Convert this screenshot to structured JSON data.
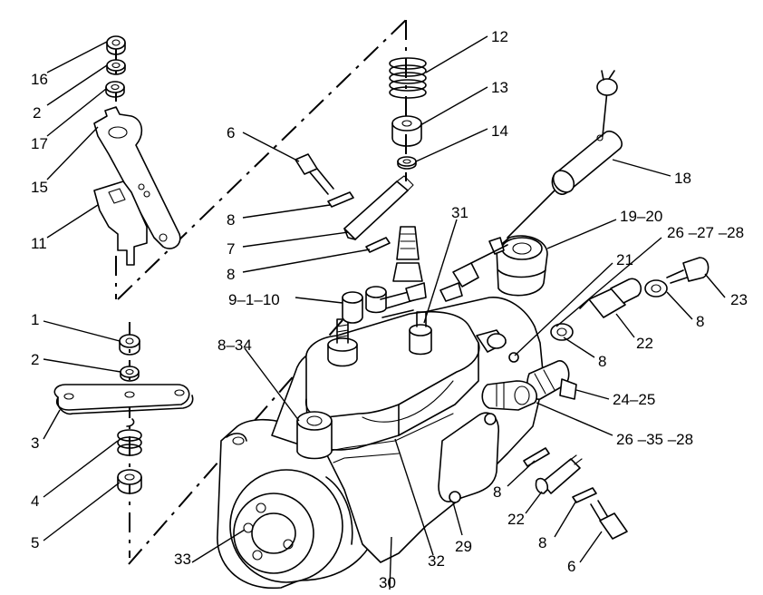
{
  "labels": {
    "l16": "16",
    "l2a": "2",
    "l17": "17",
    "l15": "15",
    "l11": "11",
    "l6a": "6",
    "l8a": "8",
    "l7": "7",
    "l8b": "8",
    "l9110": "9–1–10",
    "l834": "8–34",
    "l1": "1",
    "l2b": "2",
    "l3": "3",
    "l4": "4",
    "l5": "5",
    "l33": "33",
    "l30": "30",
    "l32": "32",
    "l29": "29",
    "l12": "12",
    "l13": "13",
    "l14": "14",
    "l18": "18",
    "l31": "31",
    "l1920": "19–20",
    "l21": "21",
    "l262728": "26 –27 –28",
    "l23": "23",
    "l8c": "8",
    "l22a": "22",
    "l8d": "8",
    "l2425": "24–25",
    "l263528": "26 –35 –28",
    "l8e": "8",
    "l22b": "22",
    "l8f": "8",
    "l6b": "6"
  }
}
